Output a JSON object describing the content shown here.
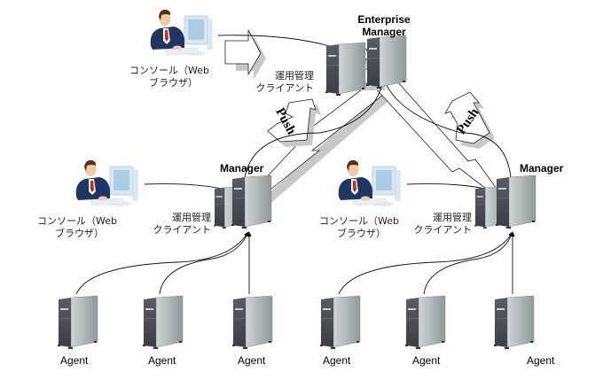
{
  "diagram": {
    "nodes": {
      "enterprise_manager": {
        "label_line1": "Enterprise",
        "label_line2": "Manager"
      },
      "manager_left": {
        "label": "Manager"
      },
      "manager_right": {
        "label": "Manager"
      },
      "client_top": {
        "label_line1": "運用管理",
        "label_line2": "クライアント"
      },
      "client_left": {
        "label_line1": "運用管理",
        "label_line2": "クライアント"
      },
      "client_right": {
        "label_line1": "運用管理",
        "label_line2": "クライアント"
      },
      "console_top": {
        "label_line1": "コンソール（Web",
        "label_line2": "ブラウザ）"
      },
      "console_left": {
        "label_line1": "コンソール（Web",
        "label_line2": "ブラウザ）"
      },
      "console_right": {
        "label_line1": "コンソール（Web",
        "label_line2": "ブラウザ）"
      },
      "agents": [
        {
          "label": "Agent"
        },
        {
          "label": "Agent"
        },
        {
          "label": "Agent"
        },
        {
          "label": "Agent"
        },
        {
          "label": "Agent"
        },
        {
          "label": "Agent"
        }
      ]
    },
    "push_labels": {
      "left": "Push",
      "right": "Push"
    },
    "colors": {
      "server_front": "#4a4d55",
      "server_side": "#a9b3b2",
      "suit": "#1f3563",
      "tie": "#d02a1a",
      "monitor": "#bcd8ea",
      "arrow_shadow": "#c8c8c8"
    }
  }
}
